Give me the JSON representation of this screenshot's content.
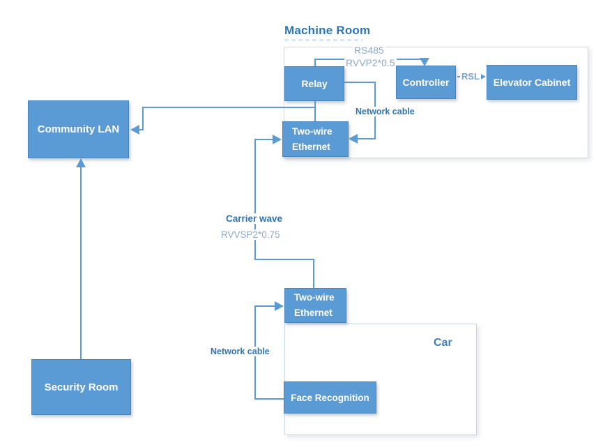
{
  "diagram": {
    "containers": {
      "machine_room": {
        "label": "Machine Room"
      },
      "car": {
        "label": "Car"
      }
    },
    "nodes": {
      "community_lan": {
        "label": "Community LAN"
      },
      "relay": {
        "label": "Relay"
      },
      "controller": {
        "label": "Controller"
      },
      "elevator_cabinet": {
        "label": "Elevator Cabinet"
      },
      "twowire_top": {
        "line1": "Two-wire",
        "line2": "Ethernet"
      },
      "twowire_bottom": {
        "line1": "Two-wire",
        "line2": "Ethernet"
      },
      "security_room": {
        "label": "Security Room"
      },
      "face_recognition": {
        "label": "Face Recognition"
      }
    },
    "edge_labels": {
      "rs485": "RS485",
      "rvvp": "RVVP2*0.5",
      "network_cable_top": "Network cable",
      "rsl": "RSL",
      "carrier_wave": "Carrier wave",
      "rvvsp": "RVVSP2*0.75",
      "network_cable_bottom": "Network cable"
    },
    "colors": {
      "box_fill": "#5b9bd5",
      "box_border": "#4a84bd",
      "wire": "#5b9bd5",
      "label_strong": "#2e75b6",
      "label_muted": "#90a8c8",
      "container_border": "#d9d9d9",
      "car_border": "#ccd6e2"
    }
  }
}
